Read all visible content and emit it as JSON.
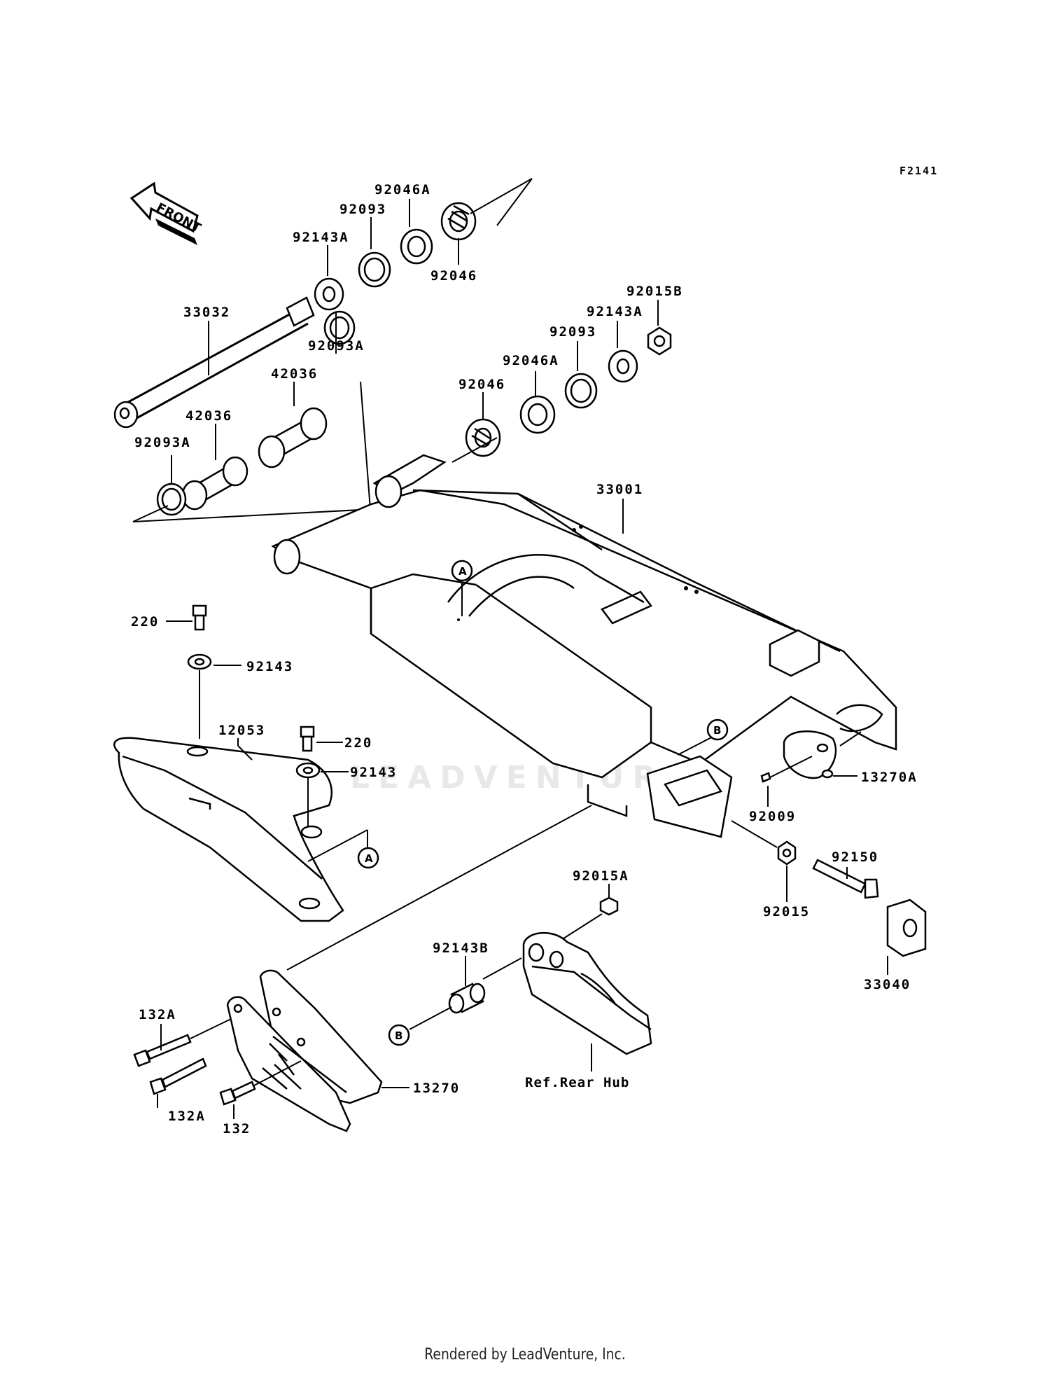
{
  "diagram_code": "F2141",
  "front_label": "FRONT",
  "watermark": "LEADVENTURE",
  "credit": "Rendered by LeadVenture, Inc.",
  "markers": {
    "a": "A",
    "b": "B"
  },
  "reference": "Ref.Rear Hub",
  "parts": {
    "p92046A_top": "92046A",
    "p92093_top": "92093",
    "p92143A_top": "92143A",
    "p92046_top": "92046",
    "p33032": "33032",
    "p92015B": "92015B",
    "p92143A_right": "92143A",
    "p92093_right": "92093",
    "p92093A_top": "92093A",
    "p92046A_right": "92046A",
    "p42036_top": "42036",
    "p92046_right": "92046",
    "p42036_left": "42036",
    "p92093A_left": "92093A",
    "p33001": "33001",
    "p220_top": "220",
    "p92143_top": "92143",
    "p12053": "12053",
    "p220_mid": "220",
    "p92143_mid": "92143",
    "p13270A": "13270A",
    "p92009": "92009",
    "p92150": "92150",
    "p92015A": "92015A",
    "p92015": "92015",
    "p92143B": "92143B",
    "p33040": "33040",
    "p132A_top": "132A",
    "p13270": "13270",
    "p132A_bottom": "132A",
    "p132": "132"
  }
}
